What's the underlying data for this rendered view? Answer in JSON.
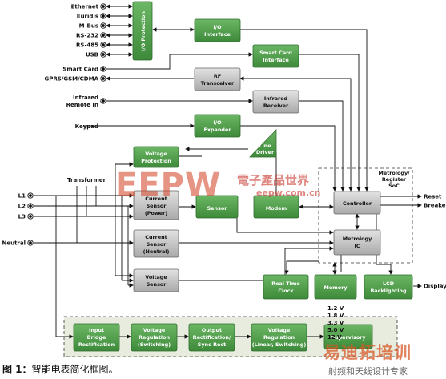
{
  "ports_left": [
    "Ethernet",
    "Euridis",
    "M-Bus",
    "RS-232",
    "RS-485",
    "USB"
  ],
  "left_inputs": {
    "smart_card": "Smart Card",
    "gprs": "GPRS/GSM/CDMA",
    "infrared_1": "Infrared",
    "infrared_2": "Remote In",
    "keypad": "Keypad",
    "transformer": "Transformer",
    "l1": "L1",
    "l2": "L2",
    "l3": "L3",
    "neutral": "Neutral"
  },
  "blocks": {
    "io_protection": "I/O Protection",
    "io_interface": [
      "I/O",
      "Interface"
    ],
    "smart_card_interface": [
      "Smart Card",
      "Interface"
    ],
    "rf_transceiver": [
      "RF",
      "Transceiver"
    ],
    "infrared_receiver": [
      "Infrared",
      "Receiver"
    ],
    "io_expander": [
      "I/O",
      "Expander"
    ],
    "line_driver": [
      "Line",
      "Driver"
    ],
    "voltage_protection": [
      "Voltage",
      "Protection"
    ],
    "current_sensor_power": [
      "Current",
      "Sensor",
      "(Power)"
    ],
    "current_sensor_neutral": [
      "Current",
      "Sensor",
      "(Neutral)"
    ],
    "voltage_sensor": [
      "Voltage",
      "Sensor"
    ],
    "sensor": "Sensor",
    "modem": "Modem",
    "controller": "Controller",
    "metrology_ic": [
      "Metrology",
      "IC"
    ],
    "metrology_soc": [
      "Metrology/",
      "Register",
      "SoC"
    ],
    "real_time_clock": [
      "Real Time",
      "Clock"
    ],
    "memory": "Memory",
    "lcd_backlighting": [
      "LCD",
      "Backlighting"
    ],
    "input_bridge": [
      "Input",
      "Bridge",
      "Rectification"
    ],
    "voltage_regulation_switching": [
      "Voltage",
      "Regulation",
      "(Switching)"
    ],
    "output_rectification": [
      "Output",
      "Rectification/",
      "Sync Rect"
    ],
    "voltage_regulation_linear": [
      "Voltage",
      "Regulation",
      "(Linear, Switching)"
    ],
    "supervisory": "Supervisory"
  },
  "outputs": {
    "reset": "Reset",
    "breaker": "Breaker",
    "display": "Display"
  },
  "voltages": [
    "1.2 V",
    "1.8 V",
    "3.3 V",
    "5.0 V",
    "12 V"
  ],
  "caption": {
    "label": "图 1：",
    "text": "智能电表简化框图。"
  },
  "watermark": {
    "brand": "EEPW",
    "site_cn": "電子產品世界",
    "site_url": "eepw.com.cn",
    "logo2": "易迪拓培训",
    "logo2_sub": "射频和天线设计专家"
  },
  "colors": {
    "green_block": "#4c9a48",
    "gray_block": "#bdbdbd",
    "dashed_region": "#e8ecdf",
    "line": "#111111"
  }
}
